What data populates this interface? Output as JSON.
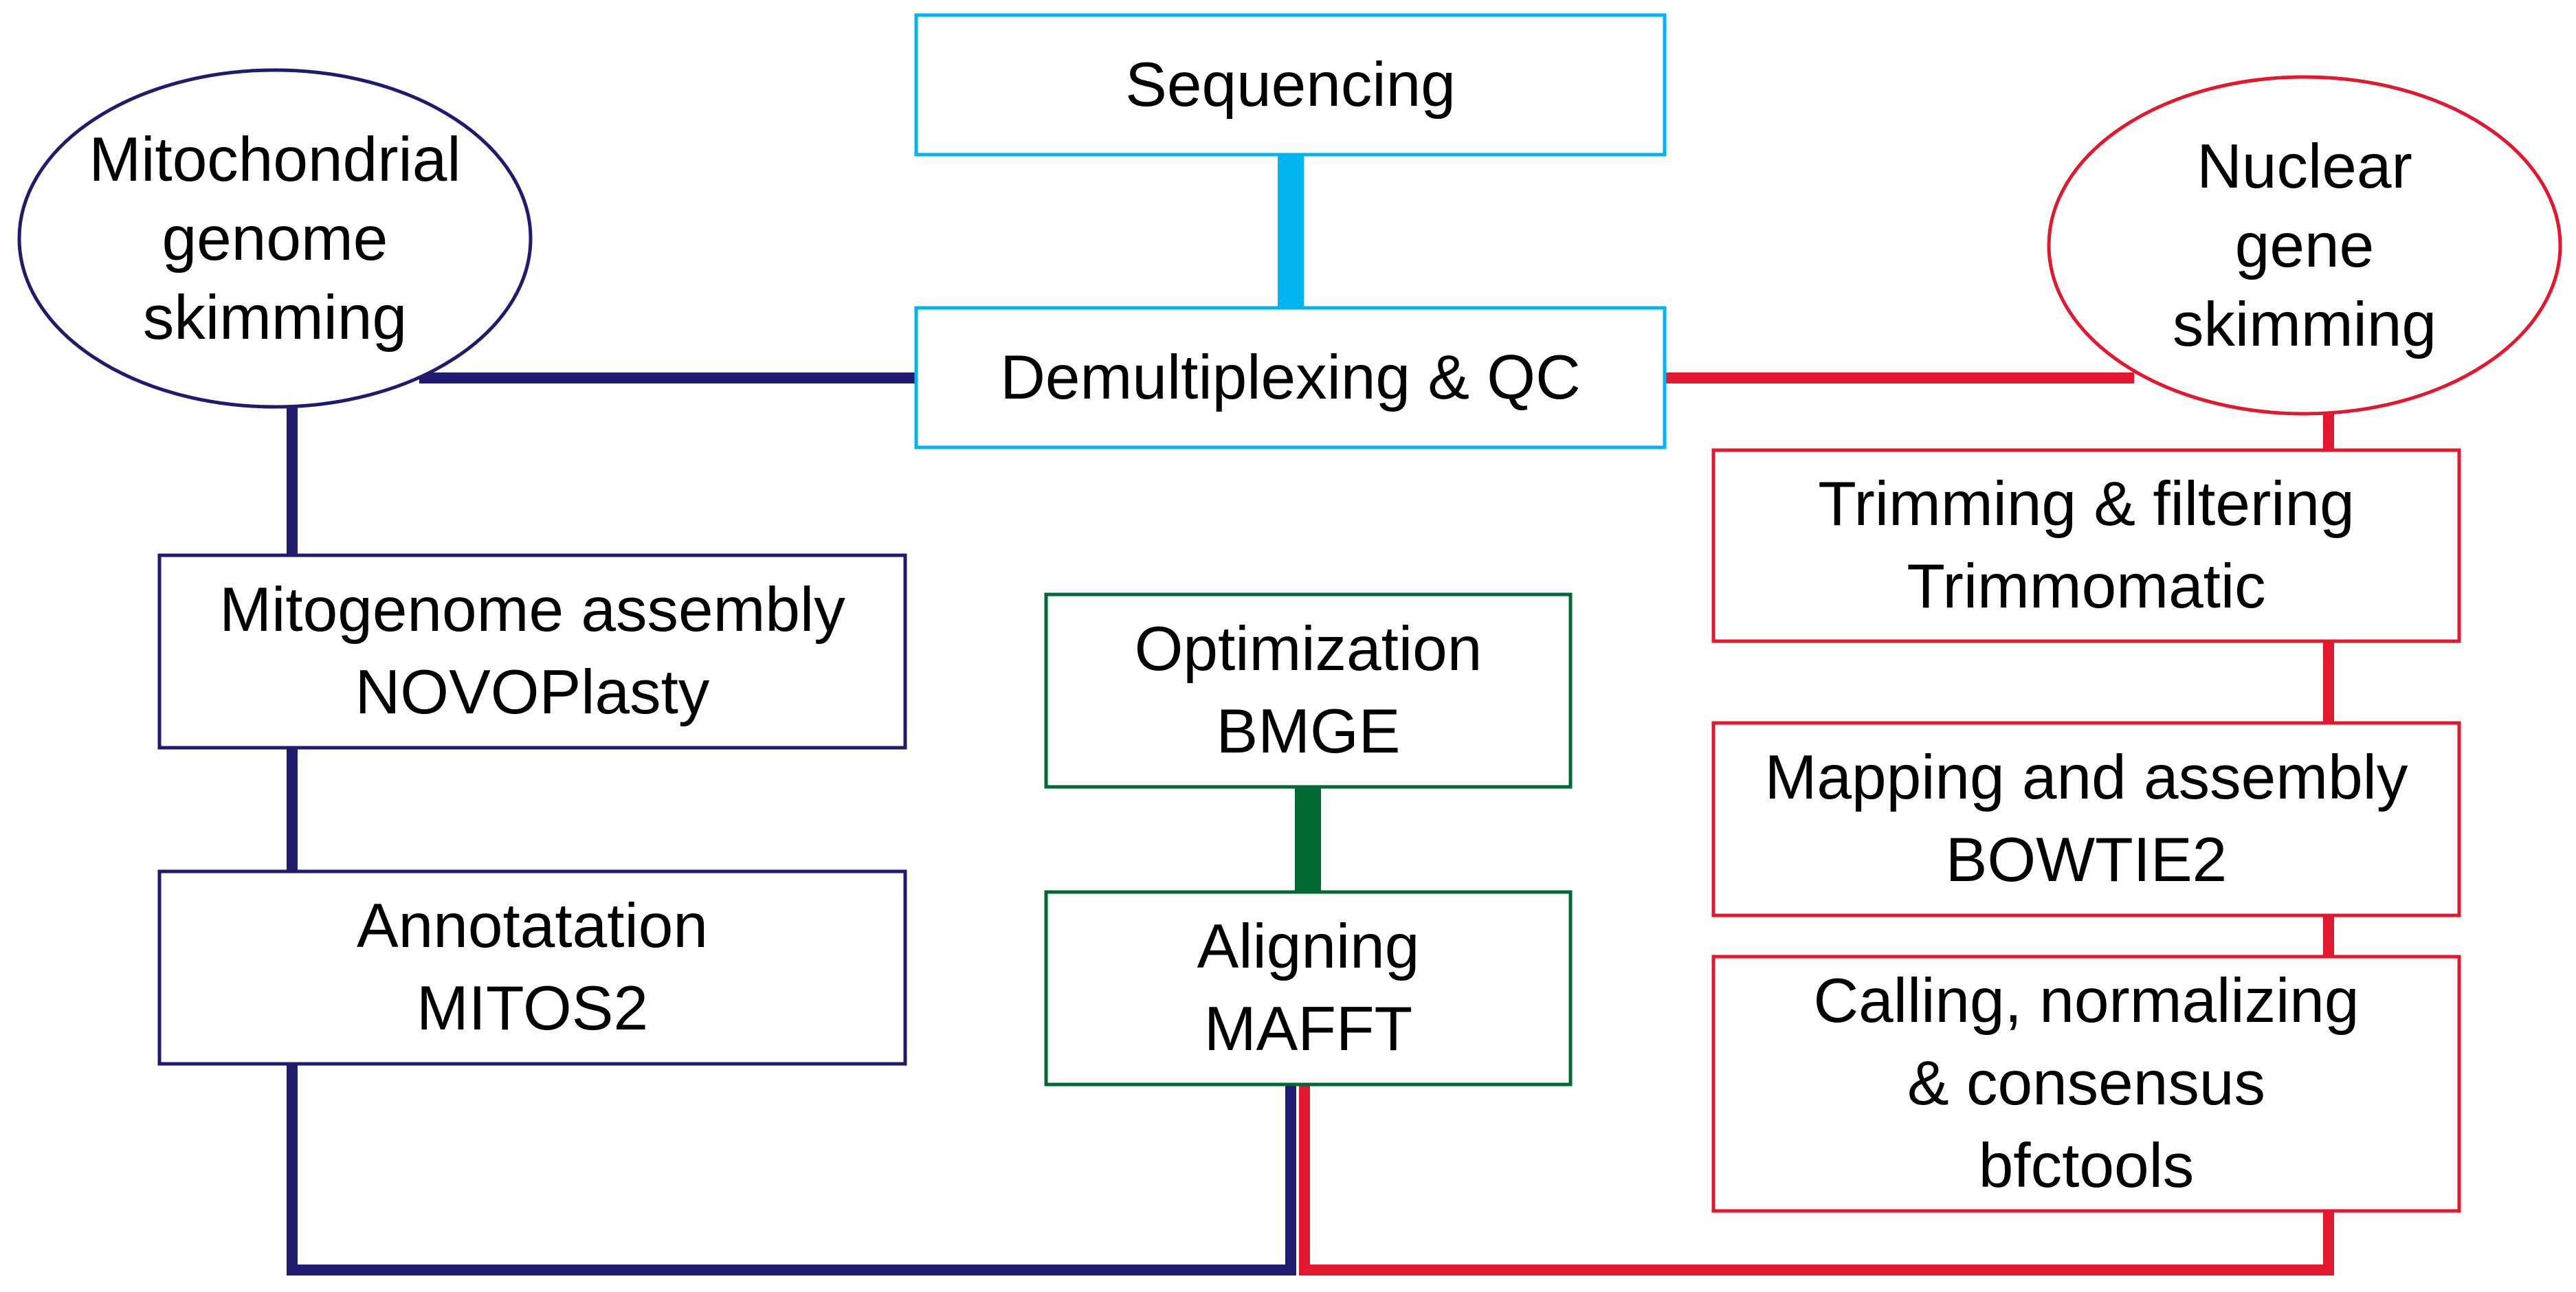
{
  "colors": {
    "sequencing": "#00b4f0",
    "mitochondrial": "#1f1c6e",
    "nuclear": "#e3172d",
    "alignment": "#006a35"
  },
  "nodes": {
    "sequencing": {
      "line1": "Sequencing"
    },
    "demultiplexing": {
      "line1": "Demultiplexing & QC"
    },
    "mito_skimming": {
      "line1": "Mitochondrial",
      "line2": "genome",
      "line3": "skimming"
    },
    "nuclear_skimming": {
      "line1": "Nuclear",
      "line2": "gene",
      "line3": "skimming"
    },
    "mitogenome_assembly": {
      "line1": "Mitogenome assembly",
      "line2": "NOVOPlasty"
    },
    "annotation": {
      "line1": "Annotatation",
      "line2": "MITOS2"
    },
    "optimization": {
      "line1": "Optimization",
      "line2": "BMGE"
    },
    "aligning": {
      "line1": "Aligning",
      "line2": "MAFFT"
    },
    "trimming": {
      "line1": "Trimming & filtering",
      "line2": "Trimmomatic"
    },
    "mapping": {
      "line1": "Mapping and assembly",
      "line2": "BOWTIE2"
    },
    "calling": {
      "line1": "Calling, normalizing",
      "line2": "& consensus",
      "line3": "bfctools"
    }
  }
}
